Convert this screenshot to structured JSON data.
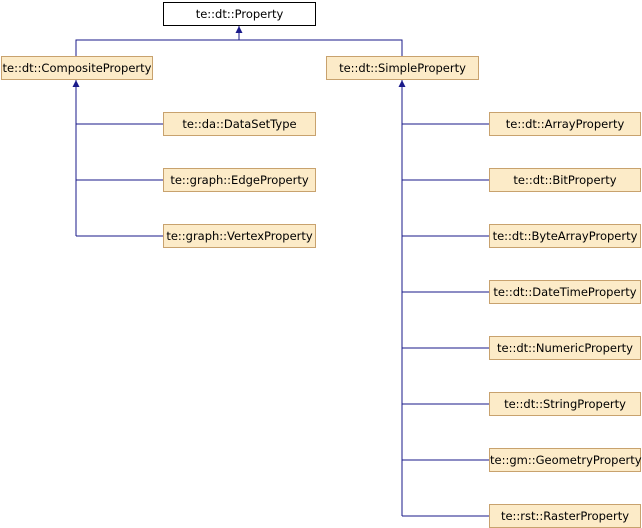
{
  "colors": {
    "edge": "#1a1a8a",
    "node_fill": "#fcebc8",
    "node_border": "#c8a26e",
    "root_fill": "#ffffff",
    "root_border": "#000000"
  },
  "root": {
    "label": "te::dt::Property"
  },
  "composite": {
    "label": "te::dt::CompositeProperty",
    "children": [
      "te::da::DataSetType",
      "te::graph::EdgeProperty",
      "te::graph::VertexProperty"
    ]
  },
  "simple": {
    "label": "te::dt::SimpleProperty",
    "children": [
      "te::dt::ArrayProperty",
      "te::dt::BitProperty",
      "te::dt::ByteArrayProperty",
      "te::dt::DateTimeProperty",
      "te::dt::NumericProperty",
      "te::dt::StringProperty",
      "te::gm::GeometryProperty",
      "te::rst::RasterProperty"
    ]
  }
}
